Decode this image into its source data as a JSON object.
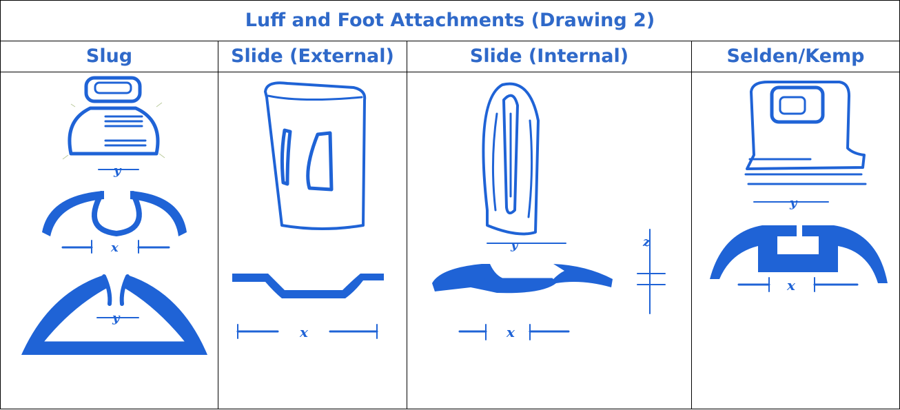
{
  "title": "Luff and Foot Attachments (Drawing 2)",
  "columns": [
    {
      "label": "Slug"
    },
    {
      "label": "Slide (External)"
    },
    {
      "label": "Slide (Internal)"
    },
    {
      "label": "Selden/Kemp"
    }
  ],
  "dimension_labels": {
    "x": "x",
    "y": "y",
    "z": "z"
  },
  "colors": {
    "heading": "#2f69c9",
    "drawing": "#1f63d6",
    "rules": "#000000"
  }
}
